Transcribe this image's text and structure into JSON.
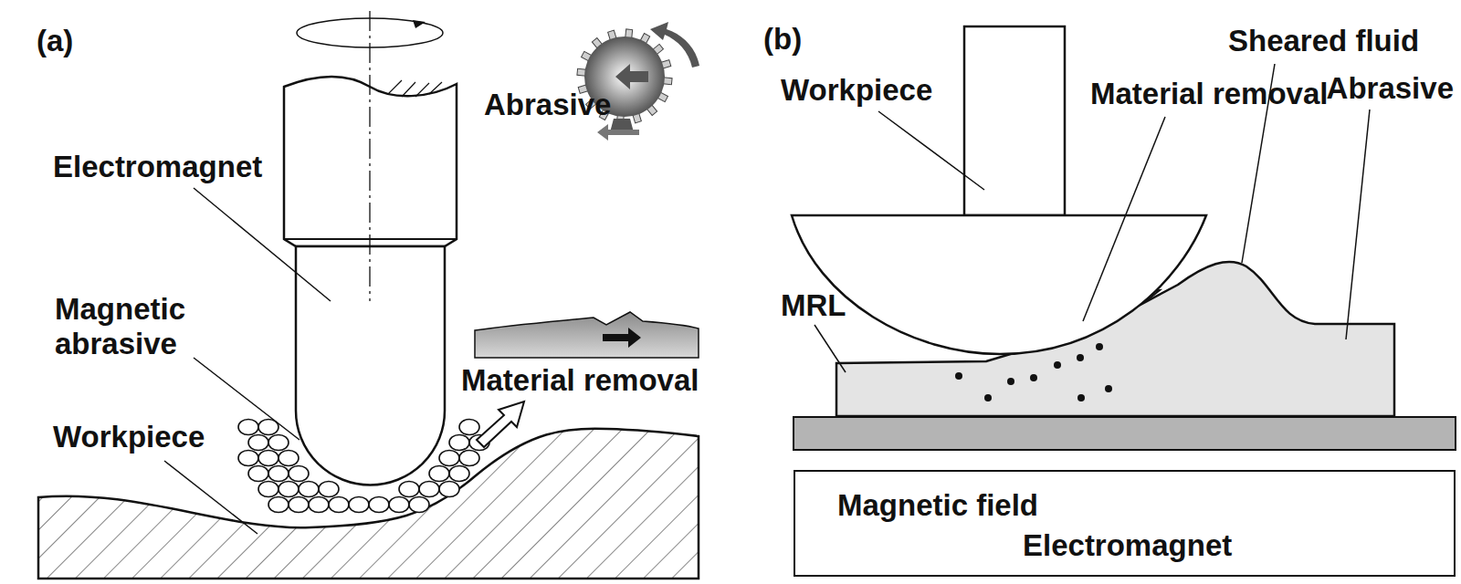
{
  "diagram": {
    "nodes": [
      {
        "text": [
          "Magnetic field",
          "Electromagnet"
        ]
      }
    ],
    "labels": [
      "(a)",
      "Electromagnet",
      "Magnetic abrasive",
      "Workpiece",
      "Abrasive",
      "Material removal",
      "(b)",
      "Workpiece",
      "Material removal",
      "Sheared fluid",
      "Abrasive",
      "MRL"
    ]
  }
}
